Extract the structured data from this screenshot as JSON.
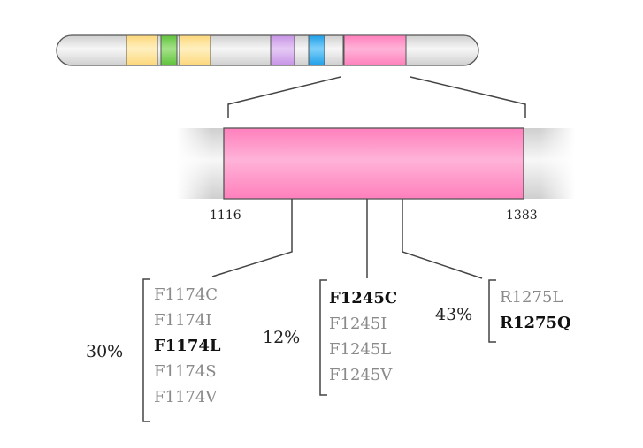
{
  "title": "Protein domain diagram with mutation hotspots",
  "colors": {
    "domain_yellow": "#fde08a",
    "domain_green": "#7fd05a",
    "domain_purple": "#d6a8ec",
    "domain_blue": "#3aaef0",
    "kinase_pink": "#ff8ec4",
    "backbone": "#e2e2e2"
  },
  "region": {
    "start": "1116",
    "end": "1383"
  },
  "groups": [
    {
      "percent": "30%",
      "mutations": [
        {
          "name": "F1174C",
          "bold": false
        },
        {
          "name": "F1174I",
          "bold": false
        },
        {
          "name": "F1174L",
          "bold": true
        },
        {
          "name": "F1174S",
          "bold": false
        },
        {
          "name": "F1174V",
          "bold": false
        }
      ]
    },
    {
      "percent": "12%",
      "mutations": [
        {
          "name": "F1245C",
          "bold": true
        },
        {
          "name": "F1245I",
          "bold": false
        },
        {
          "name": "F1245L",
          "bold": false
        },
        {
          "name": "F1245V",
          "bold": false
        }
      ]
    },
    {
      "percent": "43%",
      "mutations": [
        {
          "name": "R1275L",
          "bold": false
        },
        {
          "name": "R1275Q",
          "bold": true
        }
      ]
    }
  ]
}
